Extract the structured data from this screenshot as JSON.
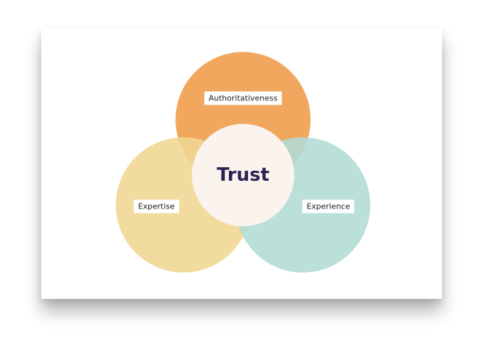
{
  "diagram": {
    "center": {
      "label": "Trust",
      "color": "#fbf4ee"
    },
    "circles": [
      {
        "id": "authoritativeness",
        "label": "Authoritativeness",
        "color": "#f0a050"
      },
      {
        "id": "expertise",
        "label": "Expertise",
        "color": "#efd794"
      },
      {
        "id": "experience",
        "label": "Experience",
        "color": "#b4dbd5"
      }
    ]
  }
}
